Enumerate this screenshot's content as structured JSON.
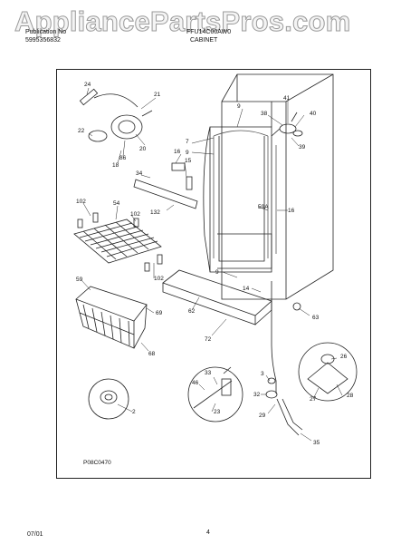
{
  "header": {
    "line1_left": "Publication No",
    "line2_left": "5995356832",
    "line1_right": "FFU14C00AW0",
    "section_title": "CABINET"
  },
  "watermark": "AppliancePartsPros.com",
  "figure_code": "P08C0470",
  "part_labels": [
    "24",
    "21",
    "22",
    "20",
    "86",
    "18",
    "16",
    "15",
    "34",
    "132",
    "9",
    "7",
    "9",
    "41",
    "38",
    "40",
    "39",
    "59A",
    "16",
    "102",
    "54",
    "102",
    "102",
    "59",
    "69",
    "68",
    "62",
    "72",
    "9",
    "14",
    "63",
    "33",
    "46",
    "23",
    "2",
    "3",
    "32",
    "29",
    "26",
    "27",
    "28",
    "35"
  ],
  "footer": {
    "date": "07/01",
    "page": "4"
  }
}
